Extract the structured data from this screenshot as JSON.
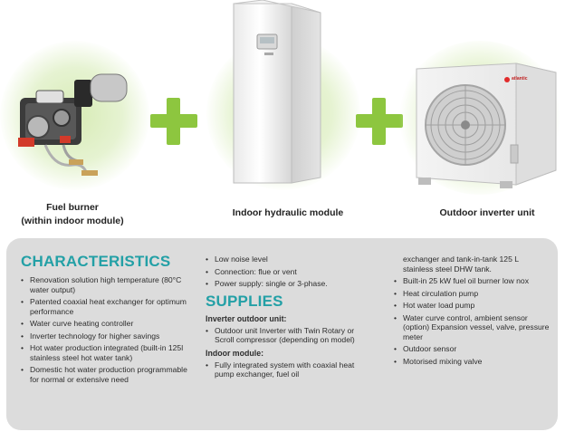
{
  "products": {
    "burner": {
      "label_line1": "Fuel burner",
      "label_line2": "(within indoor module)"
    },
    "indoor": {
      "label": "Indoor hydraulic module"
    },
    "outdoor": {
      "label": "Outdoor inverter unit",
      "brand": "atlantic"
    }
  },
  "characteristics": {
    "title": "CHARACTERISTICS",
    "items": [
      "Renovation solution high temperature (80°C water output)",
      "Patented coaxial heat exchanger for optimum performance",
      "Water curve heating controller",
      "Inverter technology for higher savings",
      "Hot water production integrated (built-in 125l stainless steel hot water tank)",
      "Domestic hot water production programmable for normal or extensive need",
      "Low noise level",
      "Connection: flue or vent",
      "Power supply: single or 3-phase."
    ]
  },
  "supplies": {
    "title": "SUPPLIES",
    "inverter_heading": "Inverter outdoor unit:",
    "inverter_items": [
      "Outdoor unit Inverter with Twin Rotary or Scroll compressor (depending on model)"
    ],
    "indoor_heading": "Indoor module:",
    "indoor_item": "Fully integrated system with coaxial heat pump exchanger, fuel oil",
    "indoor_continued": "exchanger and tank-in-tank 125 L stainless steel DHW tank.",
    "more_items": [
      "Built-in 25 kW fuel oil burner low nox",
      "Heat circulation pump",
      "Hot water load pump",
      "Water curve control, ambient sensor (option) Expansion vessel, valve, pressure meter",
      "Outdoor sensor",
      "Motorised mixing valve"
    ]
  },
  "colors": {
    "accent": "#23a0a6",
    "plus": "#8dc63f",
    "panel": "#dcdcdc"
  }
}
